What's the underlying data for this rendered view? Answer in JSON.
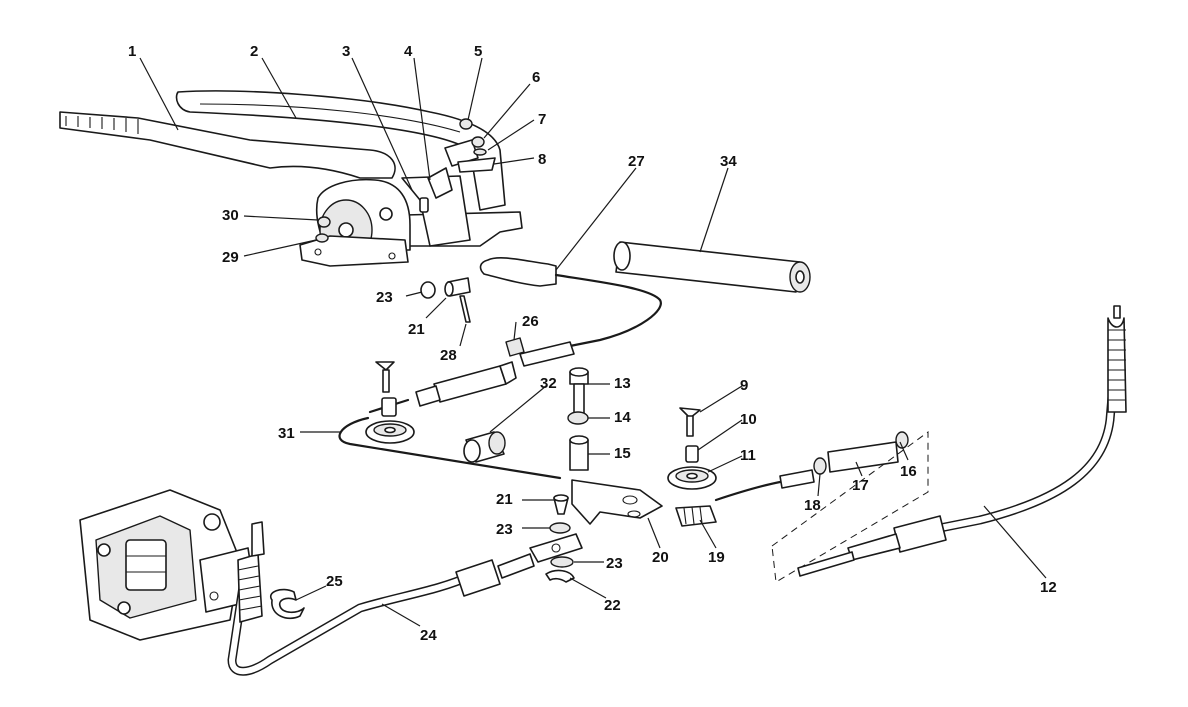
{
  "callouts": [
    {
      "id": "1",
      "text": "1"
    },
    {
      "id": "2",
      "text": "2"
    },
    {
      "id": "3",
      "text": "3"
    },
    {
      "id": "4",
      "text": "4"
    },
    {
      "id": "5",
      "text": "5"
    },
    {
      "id": "6",
      "text": "6"
    },
    {
      "id": "7",
      "text": "7"
    },
    {
      "id": "8",
      "text": "8"
    },
    {
      "id": "9",
      "text": "9"
    },
    {
      "id": "10",
      "text": "10"
    },
    {
      "id": "11",
      "text": "11"
    },
    {
      "id": "12",
      "text": "12"
    },
    {
      "id": "13",
      "text": "13"
    },
    {
      "id": "14",
      "text": "14"
    },
    {
      "id": "15",
      "text": "15"
    },
    {
      "id": "16",
      "text": "16"
    },
    {
      "id": "17",
      "text": "17"
    },
    {
      "id": "18",
      "text": "18"
    },
    {
      "id": "19",
      "text": "19"
    },
    {
      "id": "20",
      "text": "20"
    },
    {
      "id": "21a",
      "text": "21"
    },
    {
      "id": "21b",
      "text": "21"
    },
    {
      "id": "22",
      "text": "22"
    },
    {
      "id": "23a",
      "text": "23"
    },
    {
      "id": "23b",
      "text": "23"
    },
    {
      "id": "23c",
      "text": "23"
    },
    {
      "id": "24",
      "text": "24"
    },
    {
      "id": "25",
      "text": "25"
    },
    {
      "id": "26",
      "text": "26"
    },
    {
      "id": "27",
      "text": "27"
    },
    {
      "id": "28",
      "text": "28"
    },
    {
      "id": "29",
      "text": "29"
    },
    {
      "id": "30",
      "text": "30"
    },
    {
      "id": "31",
      "text": "31"
    },
    {
      "id": "32",
      "text": "32"
    },
    {
      "id": "34",
      "text": "34"
    }
  ]
}
